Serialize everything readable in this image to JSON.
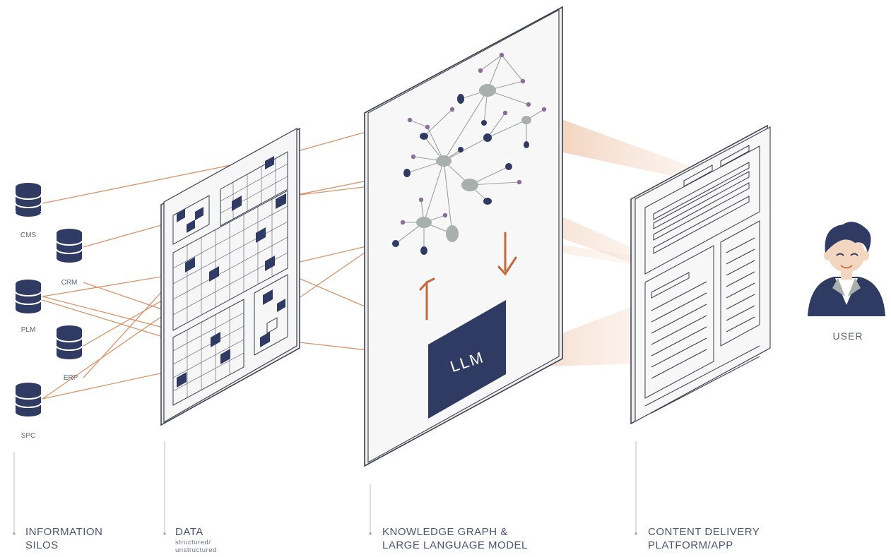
{
  "sources": [
    "CMS",
    "CRM",
    "PLM",
    "ERP",
    "SPC"
  ],
  "llm_label": "LLM",
  "user_label": "USER",
  "columns": {
    "silos": {
      "line1": "INFORMATION",
      "line2": "SILOS"
    },
    "data": {
      "title": "DATA",
      "sub1": "structured/",
      "sub2": "unstructured"
    },
    "kg": {
      "line1": "KNOWLEDGE GRAPH &",
      "line2": "LARGE LANGUAGE MODEL"
    },
    "delivery": {
      "line1": "CONTENT DELIVERY",
      "line2": "PLATFORM/APP"
    }
  },
  "colors": {
    "navy": "#2f3b62",
    "accent": "#c86a3a",
    "panel": "#f6f6f7",
    "stroke": "#3a3f4d",
    "node": "#a8b0ae"
  }
}
